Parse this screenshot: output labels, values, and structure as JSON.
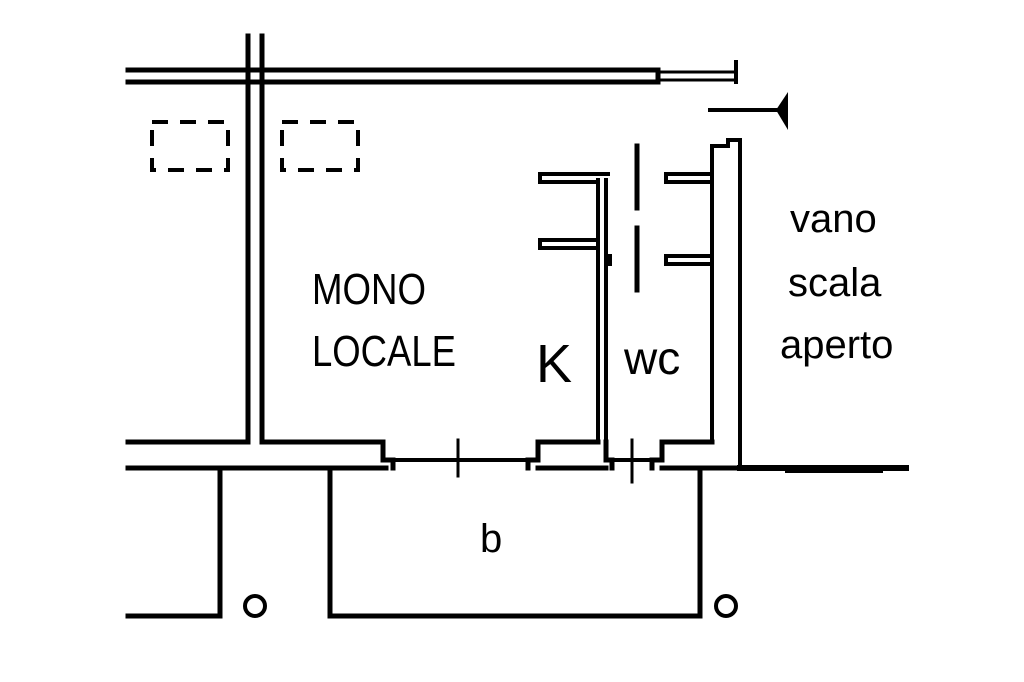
{
  "rooms": {
    "studio_line1": "MONO",
    "studio_line2": "LOCALE",
    "kitchen": "K",
    "bathroom": "wc",
    "balcony": "b"
  },
  "stairwell": {
    "line1": "vano",
    "line2": "scala",
    "line3": "aperto"
  },
  "icons": {
    "entrance": "entrance-arrow-icon",
    "column": "column-circle-icon"
  },
  "colors": {
    "line": "#000000",
    "background": "#ffffff"
  }
}
